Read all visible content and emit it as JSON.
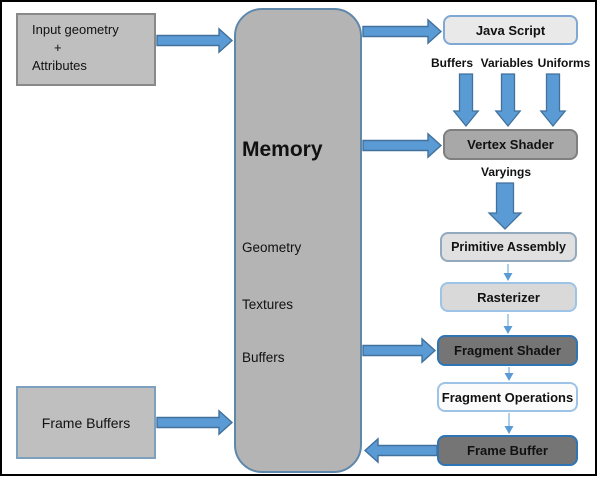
{
  "diagram": {
    "boxes": {
      "input_geometry": {
        "lines": [
          "Input geometry",
          "+",
          "Attributes"
        ]
      },
      "frame_buffers_left": {
        "label": "Frame Buffers"
      },
      "memory": {
        "title": "Memory",
        "items": [
          "Geometry",
          "Textures",
          "Buffers"
        ]
      },
      "java_script": {
        "label": "Java Script"
      },
      "vertex_shader": {
        "label": "Vertex Shader"
      },
      "primitive_assembly": {
        "label": "Primitive Assembly"
      },
      "rasterizer": {
        "label": "Rasterizer"
      },
      "fragment_shader": {
        "label": "Fragment Shader"
      },
      "fragment_operations": {
        "label": "Fragment Operations"
      },
      "frame_buffer": {
        "label": "Frame Buffer"
      }
    },
    "labels": {
      "buffers": "Buffers",
      "variables": "Variables",
      "uniforms": "Uniforms",
      "varyings": "Varyings"
    },
    "colors": {
      "arrow_fill": "#5b9bd5",
      "arrow_stroke": "#41719c",
      "thin_arrow_line": "#9dc3e6",
      "thin_arrow_head": "#5b9bd5",
      "memory_fill": "#b4b4b4",
      "dark_box_fill": "#757575",
      "light_box_fill": "#e9e9e9"
    }
  }
}
